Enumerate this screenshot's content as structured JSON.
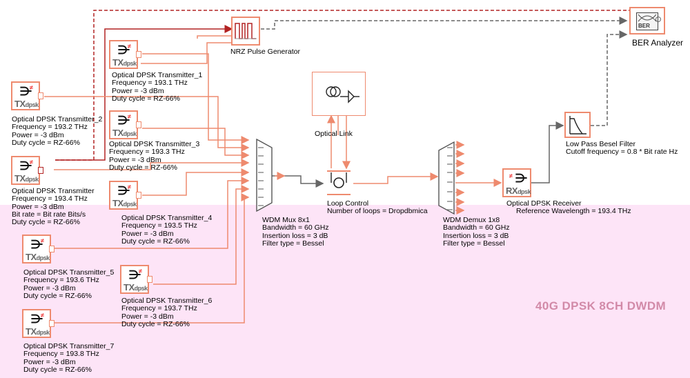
{
  "title": "40G DPSK 8CH DWDM",
  "colors": {
    "wire": "#ee8a6e",
    "signal": "#b22222",
    "electric": "#666666",
    "band": "#fde4f7",
    "title": "#d28aa8"
  },
  "transmitters": [
    {
      "name": "Optical DPSK Transmitter_1",
      "lines": [
        "Frequency = 193.1 THz",
        "Power = -3 dBm",
        "Duty cycle = RZ-66%"
      ]
    },
    {
      "name": "Optical DPSK Transmitter_2",
      "lines": [
        "Frequency = 193.2 THz",
        "Power = -3 dBm",
        "Duty cycle = RZ-66%"
      ]
    },
    {
      "name": "Optical DPSK Transmitter_3",
      "lines": [
        "Frequency = 193.3 THz",
        "Power = -3 dBm",
        "Duty cycle = RZ-66%"
      ]
    },
    {
      "name": "Optical DPSK Transmitter",
      "lines": [
        "Frequency = 193.4 THz",
        "Power = -3 dBm",
        "Bit rate = Bit rate Bits/s",
        "Duty cycle = RZ-66%"
      ]
    },
    {
      "name": "Optical DPSK Transmitter_4",
      "lines": [
        "Frequency = 193.5 THz",
        "Power = -3 dBm",
        "Duty cycle = RZ-66%"
      ]
    },
    {
      "name": "Optical DPSK Transmitter_5",
      "lines": [
        "Frequency = 193.6 THz",
        "Power = -3 dBm",
        "Duty cycle = RZ-66%"
      ]
    },
    {
      "name": "Optical DPSK Transmitter_6",
      "lines": [
        "Frequency = 193.7 THz",
        "Power = -3 dBm",
        "Duty cycle = RZ-66%"
      ]
    },
    {
      "name": "Optical DPSK Transmitter_7",
      "lines": [
        "Frequency = 193.8 THz",
        "Power = -3 dBm",
        "Duty cycle = RZ-66%"
      ]
    }
  ],
  "tx_icon": {
    "caption": "TX",
    "sub": "dpsk"
  },
  "rx_icon": {
    "caption": "RX",
    "sub": "dpsk"
  },
  "nrz": {
    "name": "NRZ Pulse Generator"
  },
  "ber": {
    "name": "BER Analyzer",
    "icon_text": "BER"
  },
  "optical_link": {
    "name": "Optical Link"
  },
  "loop_control": {
    "name": "Loop Control",
    "line2": "Number of loops = Dropdbmica"
  },
  "mux": {
    "name": "WDM Mux 8x1",
    "lines": [
      "Bandwidth = 60 GHz",
      "Insertion loss = 3 dB",
      "Filter type = Bessel"
    ]
  },
  "demux": {
    "name": "WDM Demux 1x8",
    "lines": [
      "Bandwidth = 60 GHz",
      "Insertion loss = 3 dB",
      "Filter type = Bessel"
    ]
  },
  "receiver": {
    "name": "Optical DPSK Receiver",
    "line2": "Reference Wavelength = 193.4 THz"
  },
  "filter": {
    "name": "Low Pass Besel Filter",
    "line2": "Cutoff frequency = 0.8 * Bit rate Hz"
  }
}
